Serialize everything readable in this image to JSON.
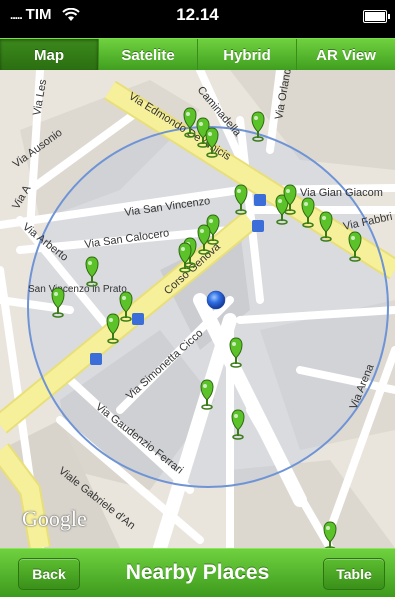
{
  "status": {
    "carrier": "TIM",
    "time": "12.14"
  },
  "tabs": [
    {
      "label": "Map",
      "active": true
    },
    {
      "label": "Satelite",
      "active": false
    },
    {
      "label": "Hybrid",
      "active": false
    },
    {
      "label": "AR View",
      "active": false
    }
  ],
  "map": {
    "streets": {
      "edmondo": "Via Edmondo De Amicis",
      "gian_giacomo": "Via Gian Giacom",
      "san_vincenzo": "Via San Vincenzo",
      "san_calocero": "Via San Calocero",
      "corso_genova": "Corso Genova",
      "simonetta": "Via Simonetta Cicco",
      "gaudenzio": "Via Gaudenzio Ferrari",
      "gabriele": "Viale Gabriele d'An",
      "arena": "Via Arena",
      "ausonio": "Via Ausonio",
      "arbe": "Via Arberto",
      "cannobello": "Caminadella",
      "orlando": "Via Orlando",
      "fabbri": "Via Fabbri",
      "les": "Via Les",
      "poi_sv": "San Vincenzo in Prato",
      "via_a": "Via A"
    },
    "attribution": "Google"
  },
  "bottom": {
    "back_label": "Back",
    "title": "Nearby Places",
    "table_label": "Table"
  },
  "colors": {
    "accent": "#4caf25",
    "pin": "#5cc229",
    "road_major": "#f6ee8a",
    "road_minor": "#ffffff"
  }
}
